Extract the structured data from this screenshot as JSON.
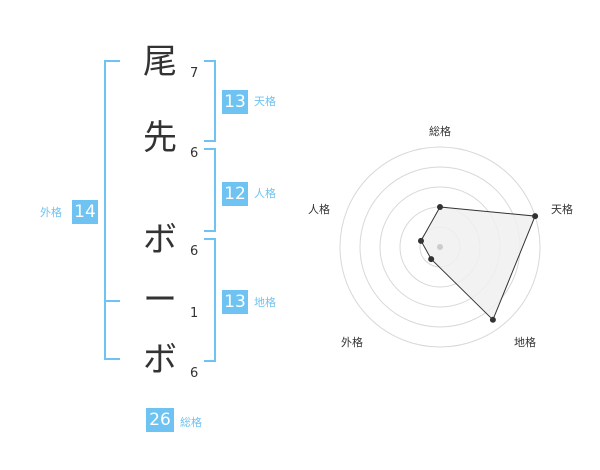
{
  "characters": [
    {
      "char": "尾",
      "strokes": "7"
    },
    {
      "char": "先",
      "strokes": "6"
    },
    {
      "char": "ボ",
      "strokes": "6"
    },
    {
      "char": "ー",
      "strokes": "1"
    },
    {
      "char": "ボ",
      "strokes": "6"
    }
  ],
  "fortunes": {
    "tenkaku": {
      "value": "13",
      "label": "天格"
    },
    "jinkaku": {
      "value": "12",
      "label": "人格"
    },
    "chikaku": {
      "value": "13",
      "label": "地格"
    },
    "gaikaku": {
      "value": "14",
      "label": "外格"
    },
    "soukaku": {
      "value": "26",
      "label": "総格"
    }
  },
  "radar": {
    "axes": [
      "総格",
      "天格",
      "地格",
      "外格",
      "人格"
    ],
    "values": [
      0.4,
      1.0,
      0.9,
      0.15,
      0.2
    ],
    "fill": "#f0f0f0",
    "line": "#333333"
  }
}
